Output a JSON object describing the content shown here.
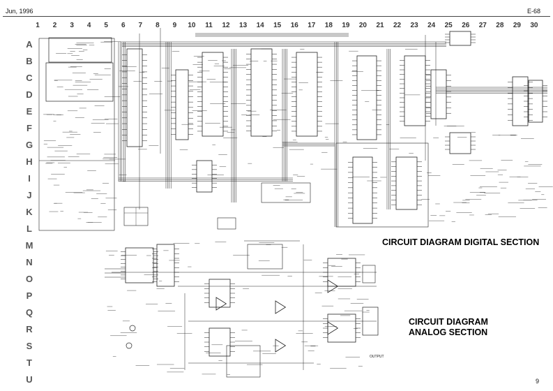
{
  "header": {
    "date": "Jun, 1996",
    "page_code": "E-68"
  },
  "grid": {
    "columns": [
      "1",
      "2",
      "3",
      "4",
      "5",
      "6",
      "7",
      "8",
      "9",
      "10",
      "11",
      "12",
      "13",
      "14",
      "15",
      "16",
      "17",
      "18",
      "19",
      "20",
      "21",
      "22",
      "23",
      "24",
      "25",
      "26",
      "27",
      "28",
      "29",
      "30"
    ],
    "rows": [
      "A",
      "B",
      "C",
      "D",
      "E",
      "F",
      "G",
      "H",
      "I",
      "J",
      "K",
      "L",
      "M",
      "N",
      "O",
      "P",
      "Q",
      "R",
      "S",
      "T",
      "U"
    ]
  },
  "titles": {
    "digital": "CIRCUIT DIAGRAM DIGITAL SECTION",
    "analog_line1": "CIRCUIT DIAGRAM",
    "analog_line2": "ANALOG SECTION"
  },
  "labels": {
    "output": "OUTPUT"
  },
  "footer": {
    "page_number": "9"
  }
}
